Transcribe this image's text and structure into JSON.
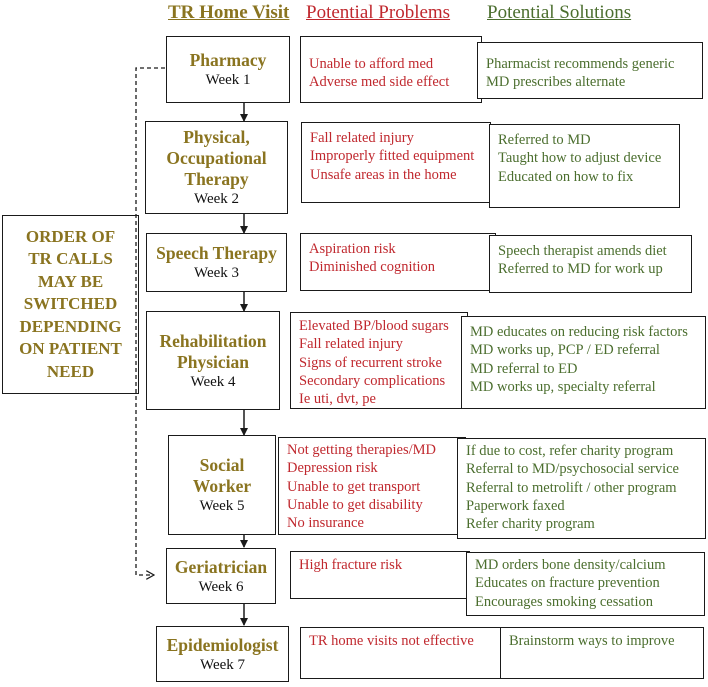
{
  "headers": {
    "visit": "TR Home Visit",
    "problems": "Potential Problems",
    "solutions": "Potential Solutions"
  },
  "side_note": [
    "ORDER OF",
    "TR CALLS",
    "MAY BE",
    "SWITCHED",
    "DEPENDING",
    "ON PATIENT",
    "NEED"
  ],
  "visits": [
    {
      "name": [
        "Pharmacy"
      ],
      "week": "Week 1",
      "problems": [
        "Unable to afford med",
        "Adverse med side effect"
      ],
      "solutions": [
        "Pharmacist recommends generic",
        "MD prescribes alternate"
      ]
    },
    {
      "name": [
        "Physical,",
        "Occupational",
        "Therapy"
      ],
      "week": "Week 2",
      "problems": [
        "Fall related injury",
        "Improperly fitted equipment",
        "Unsafe areas in the home"
      ],
      "solutions": [
        "Referred to MD",
        "Taught how to adjust device",
        "Educated on how to fix"
      ]
    },
    {
      "name": [
        "Speech Therapy"
      ],
      "week": "Week 3",
      "problems": [
        "Aspiration risk",
        "Diminished cognition"
      ],
      "solutions": [
        "Speech therapist amends diet",
        "Referred to MD for work up"
      ]
    },
    {
      "name": [
        "Rehabilitation",
        "Physician"
      ],
      "week": "Week 4",
      "problems": [
        "Elevated BP/blood sugars",
        "Fall related injury",
        "Signs of recurrent stroke",
        "Secondary complications",
        "Ie uti, dvt, pe"
      ],
      "solutions": [
        "MD educates on reducing risk factors",
        "MD works up, PCP / ED referral",
        "MD referral to ED",
        "MD works up, specialty referral"
      ]
    },
    {
      "name": [
        "Social",
        "Worker"
      ],
      "week": "Week 5",
      "problems": [
        "Not getting therapies/MD",
        "Depression risk",
        "Unable to get transport",
        "Unable to get disability",
        "No insurance"
      ],
      "solutions": [
        "If due to cost, refer charity program",
        "Referral to MD/psychosocial service",
        "Referral to metrolift / other program",
        "Paperwork faxed",
        "Refer charity program"
      ]
    },
    {
      "name": [
        "Geriatrician"
      ],
      "week": "Week 6",
      "problems": [
        "High fracture risk"
      ],
      "solutions": [
        "MD orders bone density/calcium",
        "Educates on fracture prevention",
        "Encourages smoking cessation"
      ]
    },
    {
      "name": [
        "Epidemiologist"
      ],
      "week": "Week 7",
      "problems": [
        "TR home visits not effective"
      ],
      "solutions": [
        "Brainstorm ways to improve"
      ]
    }
  ],
  "colors": {
    "visit_text": "#8a7420",
    "problem_text": "#c0282e",
    "solution_text": "#4b6e2e",
    "border": "#1a1a1a"
  }
}
